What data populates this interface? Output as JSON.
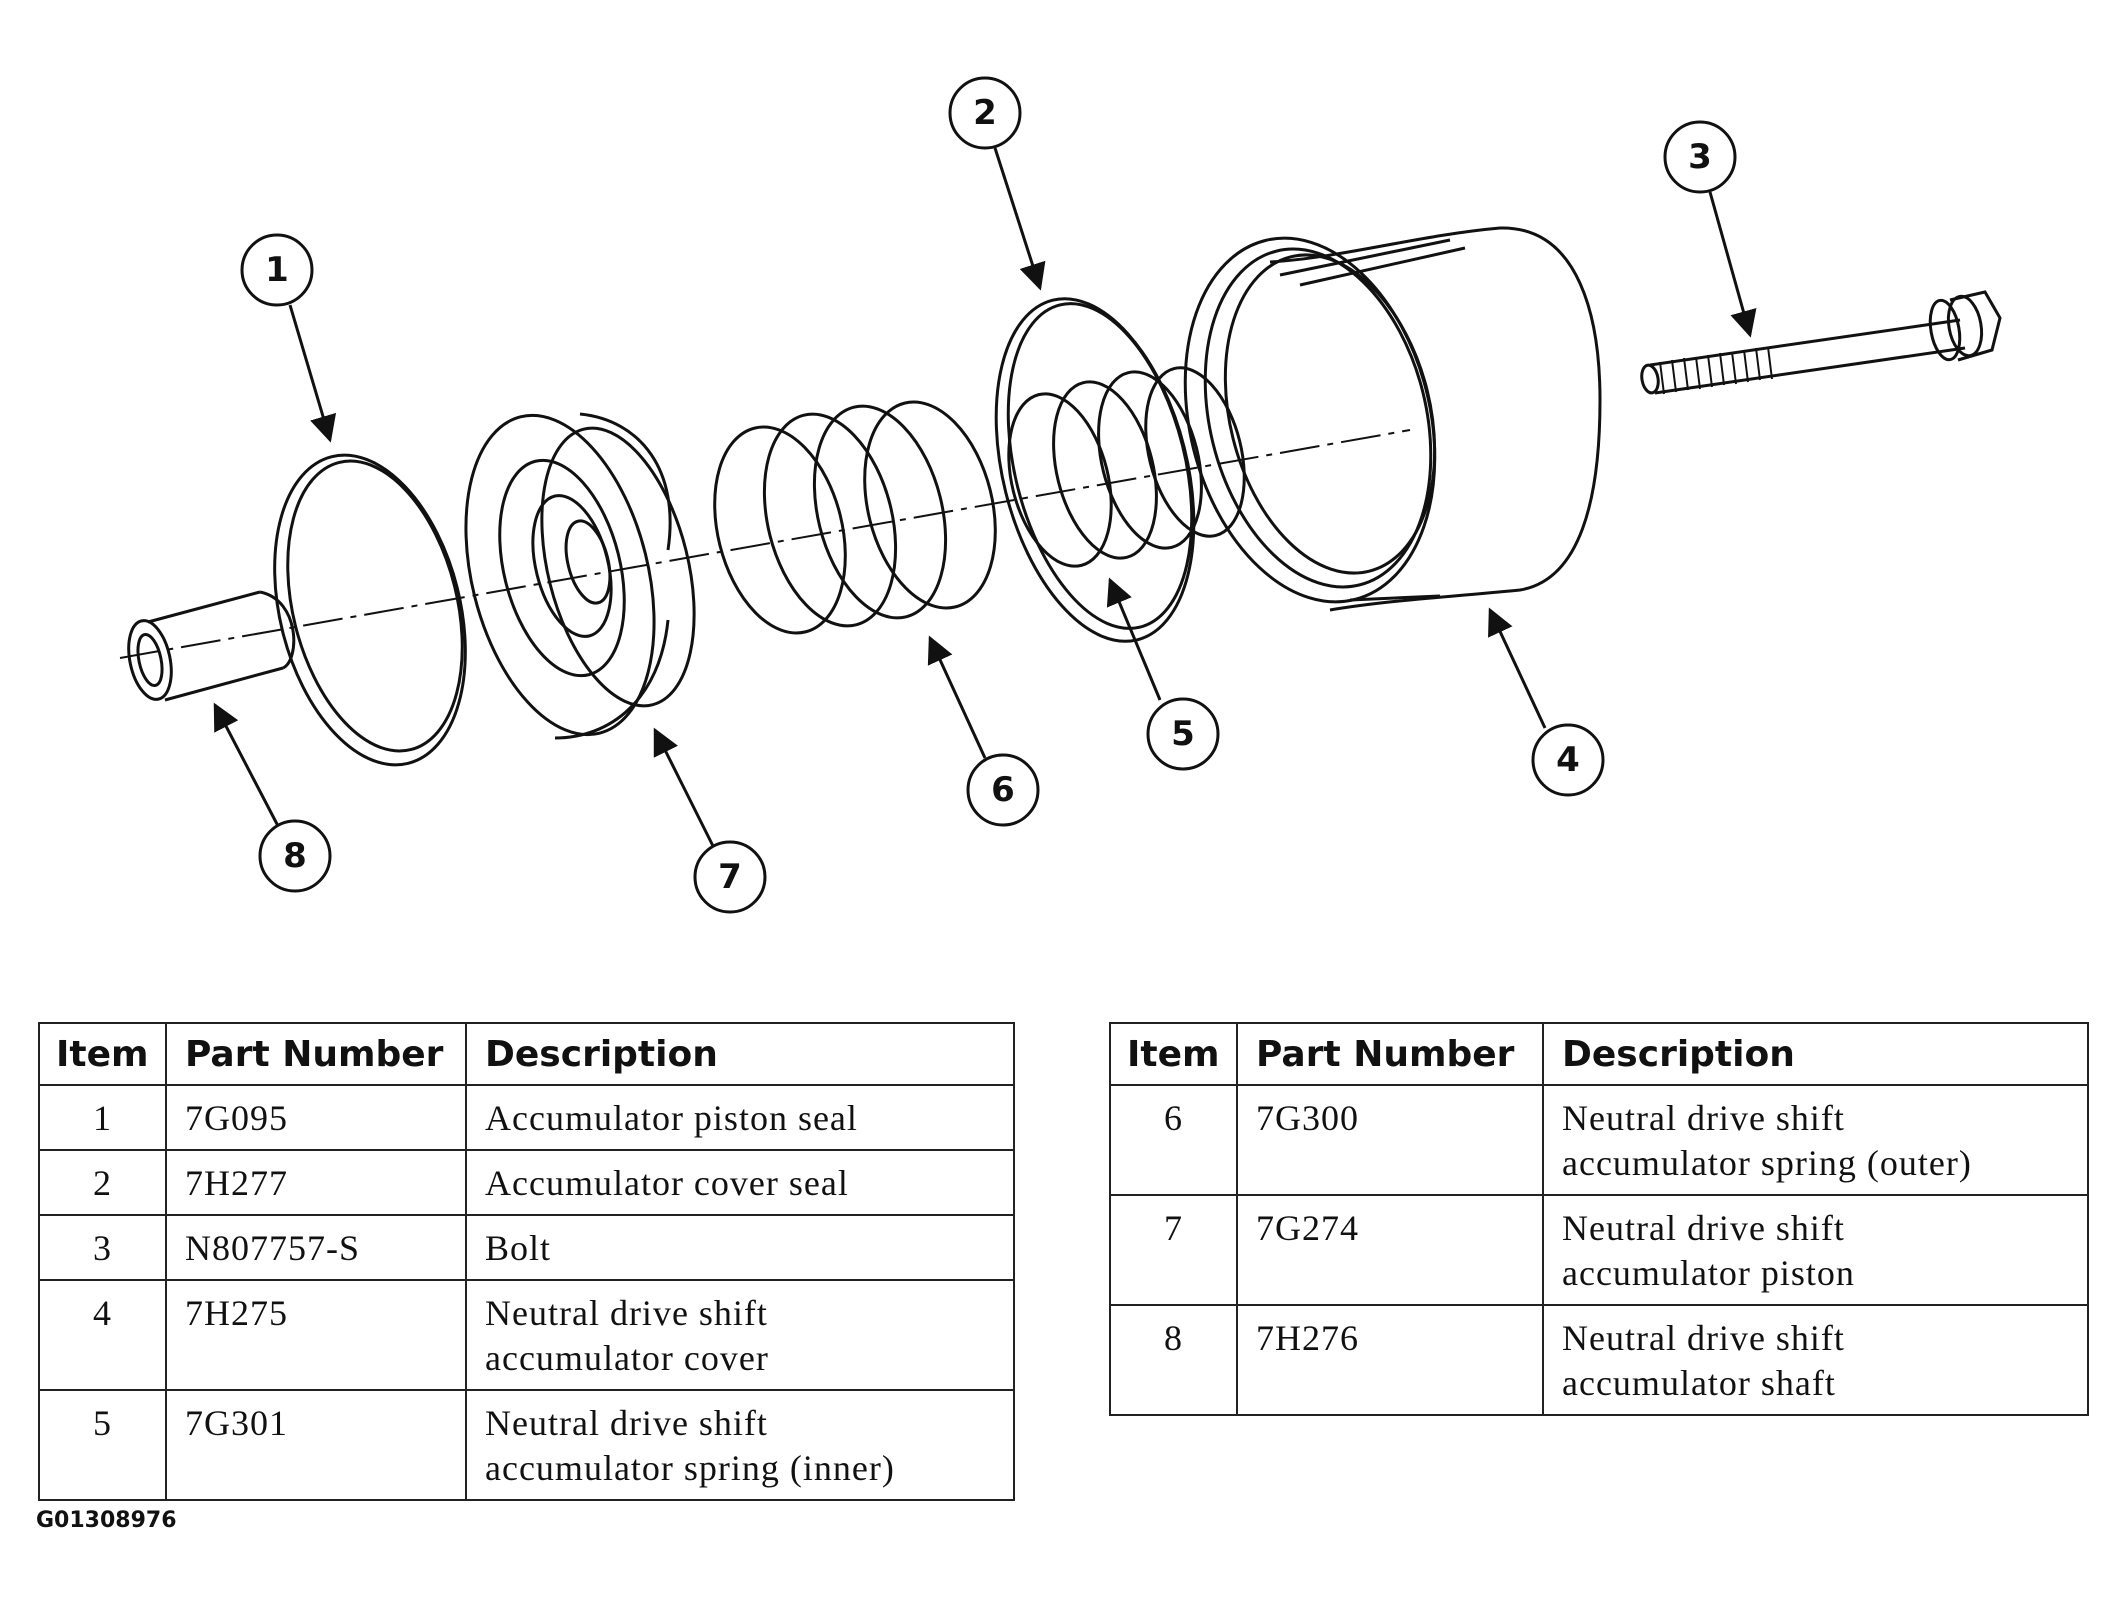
{
  "callouts": [
    "1",
    "2",
    "3",
    "4",
    "5",
    "6",
    "7",
    "8"
  ],
  "table_headers": {
    "item": "Item",
    "part_number": "Part Number",
    "description": "Description"
  },
  "parts_left": [
    {
      "item": "1",
      "part": "7G095",
      "desc_line1": "Accumulator piston seal",
      "desc_line2": ""
    },
    {
      "item": "2",
      "part": "7H277",
      "desc_line1": "Accumulator cover seal",
      "desc_line2": ""
    },
    {
      "item": "3",
      "part": "N807757-S",
      "desc_line1": "Bolt",
      "desc_line2": ""
    },
    {
      "item": "4",
      "part": "7H275",
      "desc_line1": "Neutral drive shift",
      "desc_line2": "accumulator cover"
    },
    {
      "item": "5",
      "part": "7G301",
      "desc_line1": "Neutral drive shift",
      "desc_line2": "accumulator spring (inner)"
    }
  ],
  "parts_right": [
    {
      "item": "6",
      "part": "7G300",
      "desc_line1": "Neutral drive shift",
      "desc_line2": "accumulator spring (outer)"
    },
    {
      "item": "7",
      "part": "7G274",
      "desc_line1": "Neutral drive shift",
      "desc_line2": "accumulator piston"
    },
    {
      "item": "8",
      "part": "7H276",
      "desc_line1": "Neutral drive shift",
      "desc_line2": "accumulator shaft"
    }
  ],
  "figure_code": "G01308976"
}
